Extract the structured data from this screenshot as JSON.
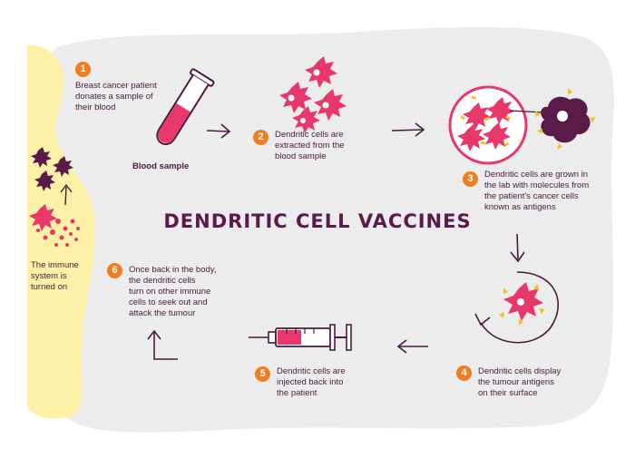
{
  "title": "DENDRITIC CELL VACCINES",
  "colors": {
    "background_blob": "#ececec",
    "body_silhouette": "#fdf1a8",
    "pink": "#e8386b",
    "orange": "#f07d1f",
    "purple": "#5a1a4a",
    "yellow": "#f5c21b",
    "outline": "#4a1a3f"
  },
  "blood_sample_label": "Blood sample",
  "immune_label": [
    "The immune",
    "system is",
    "turned on"
  ],
  "steps": [
    {
      "number": "1",
      "lines": [
        "Breast cancer patient",
        "donates a sample of",
        "their blood"
      ],
      "icon": "blood-tube-icon"
    },
    {
      "number": "2",
      "lines": [
        "Dendritic cells are",
        "extracted from the",
        "blood sample"
      ],
      "icon": "dendritic-cells-icon"
    },
    {
      "number": "3",
      "lines": [
        "Dendritic cells are grown in",
        "the lab with molecules from",
        "the patient's cancer cells",
        "known as antigens"
      ],
      "icon": "lab-culture-icon"
    },
    {
      "number": "4",
      "lines": [
        "Dendritic cells display",
        "the tumour antigens",
        "on their surface"
      ],
      "icon": "antigen-cell-icon"
    },
    {
      "number": "5",
      "lines": [
        "Dendritic cells are",
        "injected back into",
        "the patient"
      ],
      "icon": "syringe-icon"
    },
    {
      "number": "6",
      "lines": [
        "Once back in the body,",
        "the dendritic cells",
        "turn on other immune",
        "cells to seek out and",
        "attack the tumour"
      ],
      "icon": "immune-activation-icon"
    }
  ]
}
